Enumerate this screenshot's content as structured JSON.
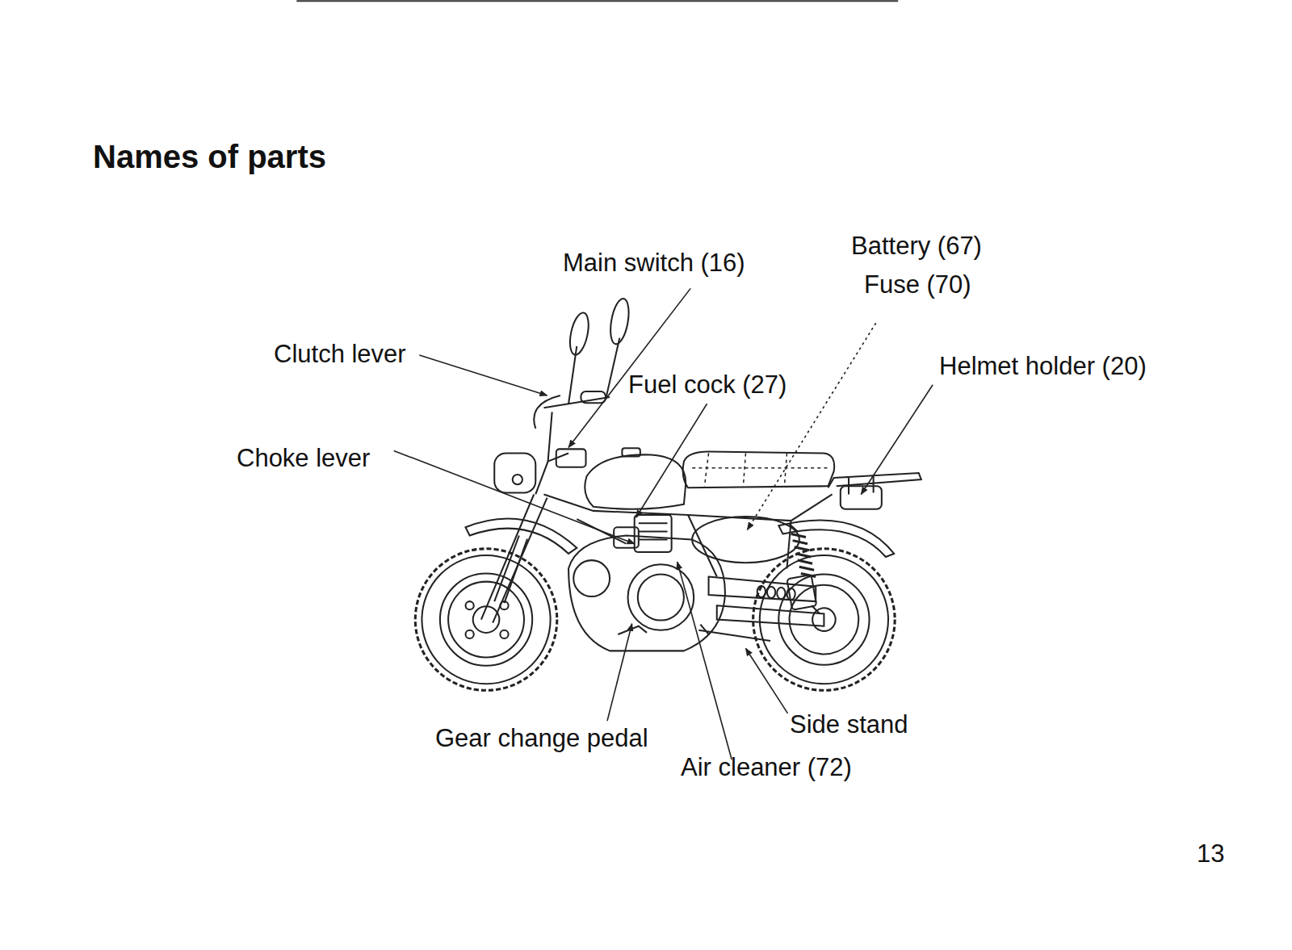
{
  "diagram": {
    "title": "Names of parts",
    "labels": [
      "Main switch (16)",
      "Battery (67)",
      "Fuse (70)",
      "Clutch lever",
      "Fuel cock (27)",
      "Helmet holder (20)",
      "Choke lever",
      "Gear change pedal",
      "Side stand",
      "Air cleaner (72)",
      "13"
    ]
  }
}
